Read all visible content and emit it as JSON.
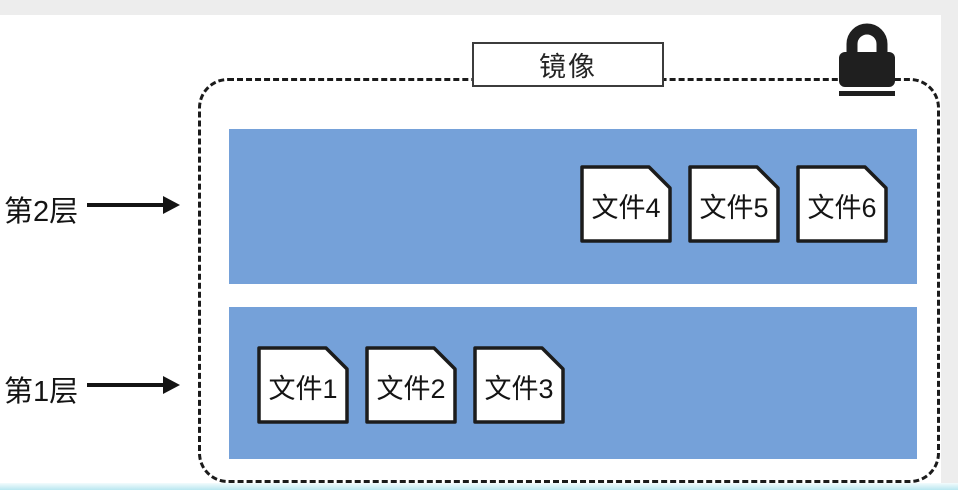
{
  "mirror": {
    "label": "镜像"
  },
  "layers": [
    {
      "name": "第2层",
      "files": [
        "文件4",
        "文件5",
        "文件6"
      ]
    },
    {
      "name": "第1层",
      "files": [
        "文件1",
        "文件2",
        "文件3"
      ]
    }
  ],
  "icons": {
    "lock": "lock-icon",
    "file": "document-page-icon"
  },
  "colors": {
    "layer_band_blue": "#75A1D9",
    "lock_black": "#1f1f1f",
    "outline_black": "#1b1b1b",
    "label_box_border": "#3c3c3c",
    "edge_gray": "#ededed",
    "bottom_strip_cyan": "#b9e7f0"
  }
}
